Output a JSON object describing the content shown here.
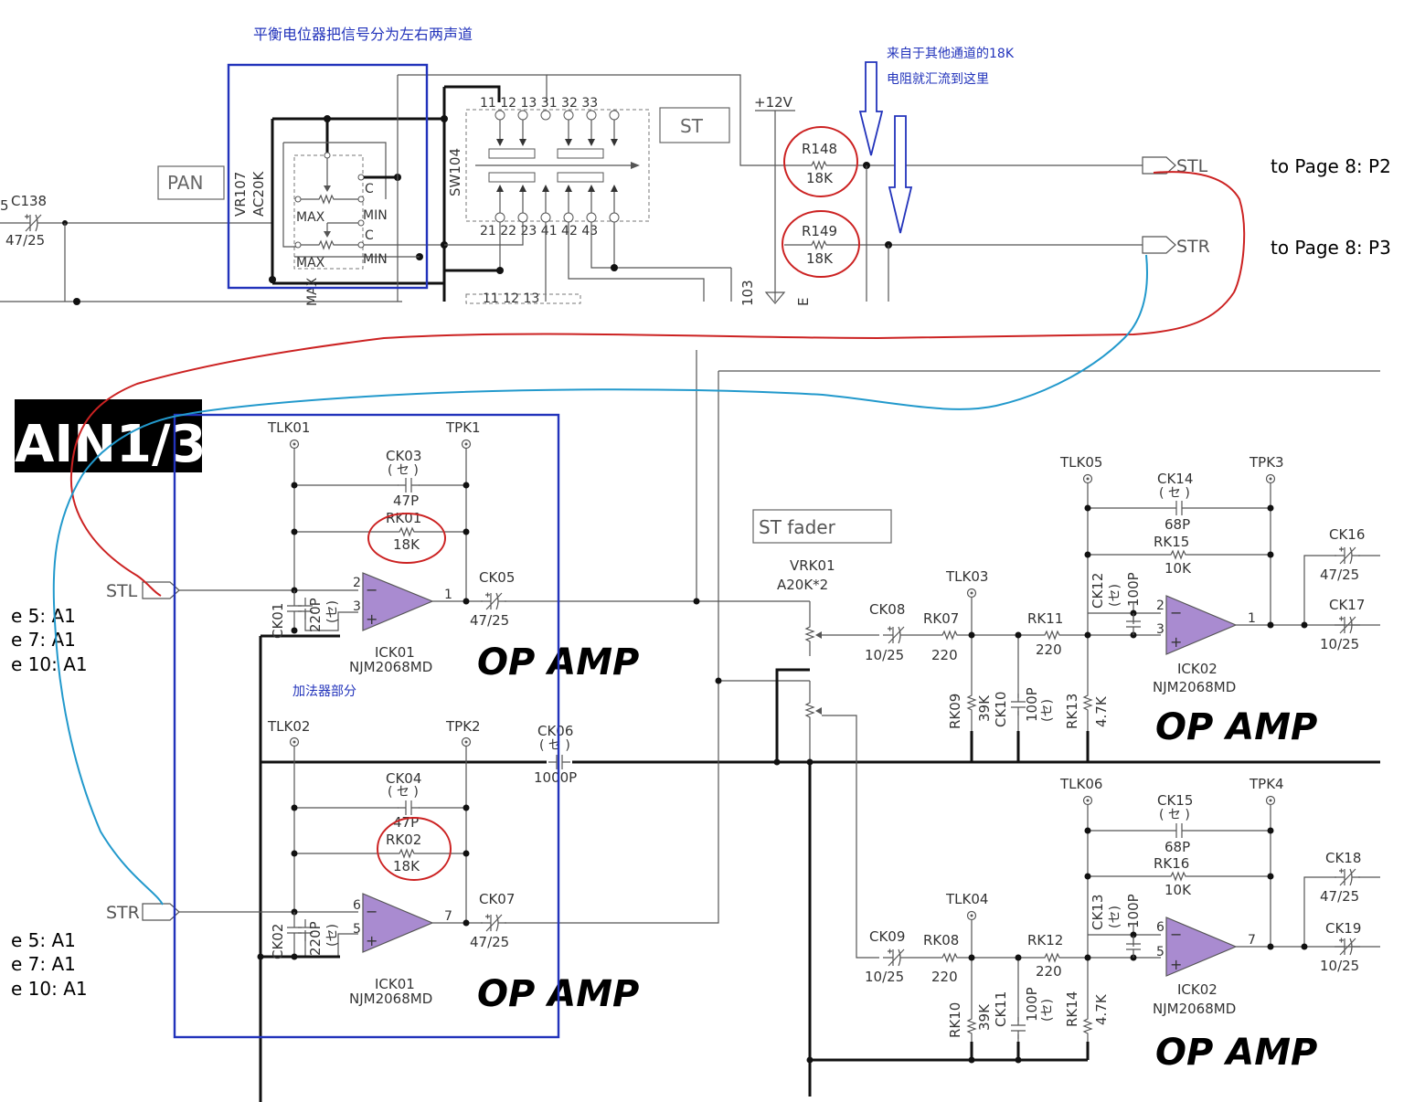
{
  "annotations": {
    "pan_note": "平衡电位器把信号分为左右两声道",
    "sum_note_line1": "来自于其他通道的18K",
    "sum_note_line2": "电阻就汇流到这里",
    "adder_note": "加法器部分",
    "colors": {
      "blue_box": "#2233bb",
      "red_wire": "#cc2222",
      "cyan_wire": "#2299cc",
      "opamp_fill": "#a98bd0"
    }
  },
  "banner": {
    "text": "AIN1/3"
  },
  "top_section": {
    "pan_label": "PAN",
    "st_label": "ST",
    "vr107": "VR107",
    "ac20k": "AC20K",
    "sw104": "SW104",
    "c138": "C138",
    "c138_val": "47/25",
    "five": "5",
    "max": "MAX",
    "min": "MIN",
    "c": "C",
    "max2": "MAX",
    "min2": "MIN",
    "c2": "C",
    "max_side": "MAX",
    "pins_top": "11 12 13 31 32 33",
    "pins_bottom": "21 22 23 41 42 43",
    "pins_lower": "11 12 13",
    "v12": "+12V",
    "r148": "R148",
    "r148_val": "18K",
    "r149": "R149",
    "r149_val": "18K",
    "n103": "103",
    "e_label": "E",
    "stl": "STL",
    "str": "STR"
  },
  "page_refs": {
    "p2": "to Page 8: P2",
    "p3": "to Page 8: P3",
    "left_top": [
      "e 5: A1",
      "e 7: A1",
      "e 10: A1"
    ],
    "left_bottom": [
      "e 5: A1",
      "e 7: A1",
      "e 10: A1"
    ]
  },
  "mix_section": {
    "stl": "STL",
    "str": "STR",
    "tlk01": "TLK01",
    "tpk1": "TPK1",
    "ck03": "CK03",
    "ck03_t": "( セ )",
    "ck03_val": "47P",
    "rk01": "RK01",
    "rk01_val": "18K",
    "ck01": "CK01",
    "ck01_val": "220P",
    "ck01_t": "(セ)",
    "ck05": "CK05",
    "ck05_val": "47/25",
    "ick01a": "ICK01",
    "ick01a_part": "NJM2068MD",
    "op_amp_a": "OP AMP",
    "tlk02": "TLK02",
    "tpk2": "TPK2",
    "ck06": "CK06",
    "ck06_t": "( セ )",
    "ck06_val": "1000P",
    "ck04": "CK04",
    "ck04_t": "( セ )",
    "ck04_val": "47P",
    "rk02": "RK02",
    "rk02_val": "18K",
    "ck02": "CK02",
    "ck02_val": "220P",
    "ck02_t": "(セ)",
    "ck07": "CK07",
    "ck07_val": "47/25",
    "ick01b": "ICK01",
    "ick01b_part": "NJM2068MD",
    "op_amp_b": "OP AMP",
    "pin2": "2",
    "pin3": "3",
    "pin1": "1",
    "pin6": "6",
    "pin5": "5",
    "pin7": "7"
  },
  "fader_section": {
    "st_fader": "ST fader",
    "vrk01": "VRK01",
    "vrk01_val": "A20K*2",
    "ck08": "CK08",
    "ck08_val": "10/25",
    "rk07": "RK07",
    "rk07_val": "220",
    "tlk03": "TLK03",
    "rk09": "RK09",
    "rk09_val": "39K",
    "ck10": "CK10",
    "ck10_val": "100P",
    "ck10_t": "(セ)",
    "rk11": "RK11",
    "rk11_val": "220",
    "rk13": "RK13",
    "rk13_val": "4.7K",
    "ck12": "CK12",
    "ck12_t": "(セ)",
    "ck12_val": "100P",
    "tlk05": "TLK05",
    "tpk3": "TPK3",
    "ck14": "CK14",
    "ck14_t": "( セ )",
    "ck14_val": "68P",
    "rk15": "RK15",
    "rk15_val": "10K",
    "ick02a": "ICK02",
    "ick02a_part": "NJM2068MD",
    "op_amp_c": "OP AMP",
    "ck16": "CK16",
    "ck16_val": "47/25",
    "ck17": "CK17",
    "ck17_val": "10/25",
    "ck09": "CK09",
    "ck09_val": "10/25",
    "rk08": "RK08",
    "rk08_val": "220",
    "tlk04": "TLK04",
    "rk10": "RK10",
    "rk10_val": "39K",
    "ck11": "CK11",
    "ck11_val": "100P",
    "ck11_t": "(セ)",
    "rk12": "RK12",
    "rk12_val": "220",
    "rk14": "RK14",
    "rk14_val": "4.7K",
    "ck13": "CK13",
    "ck13_t": "(セ)",
    "ck13_val": "100P",
    "tlk06": "TLK06",
    "tpk4": "TPK4",
    "ck15": "CK15",
    "ck15_t": "( セ )",
    "ck15_val": "68P",
    "rk16": "RK16",
    "rk16_val": "10K",
    "ick02b": "ICK02",
    "ick02b_part": "NJM2068MD",
    "op_amp_d": "OP AMP",
    "ck18": "CK18",
    "ck18_val": "47/25",
    "ck19": "CK19",
    "ck19_val": "10/25",
    "pin2": "2",
    "pin3": "3",
    "pin1": "1",
    "pin6": "6",
    "pin5": "5",
    "pin7": "7"
  }
}
